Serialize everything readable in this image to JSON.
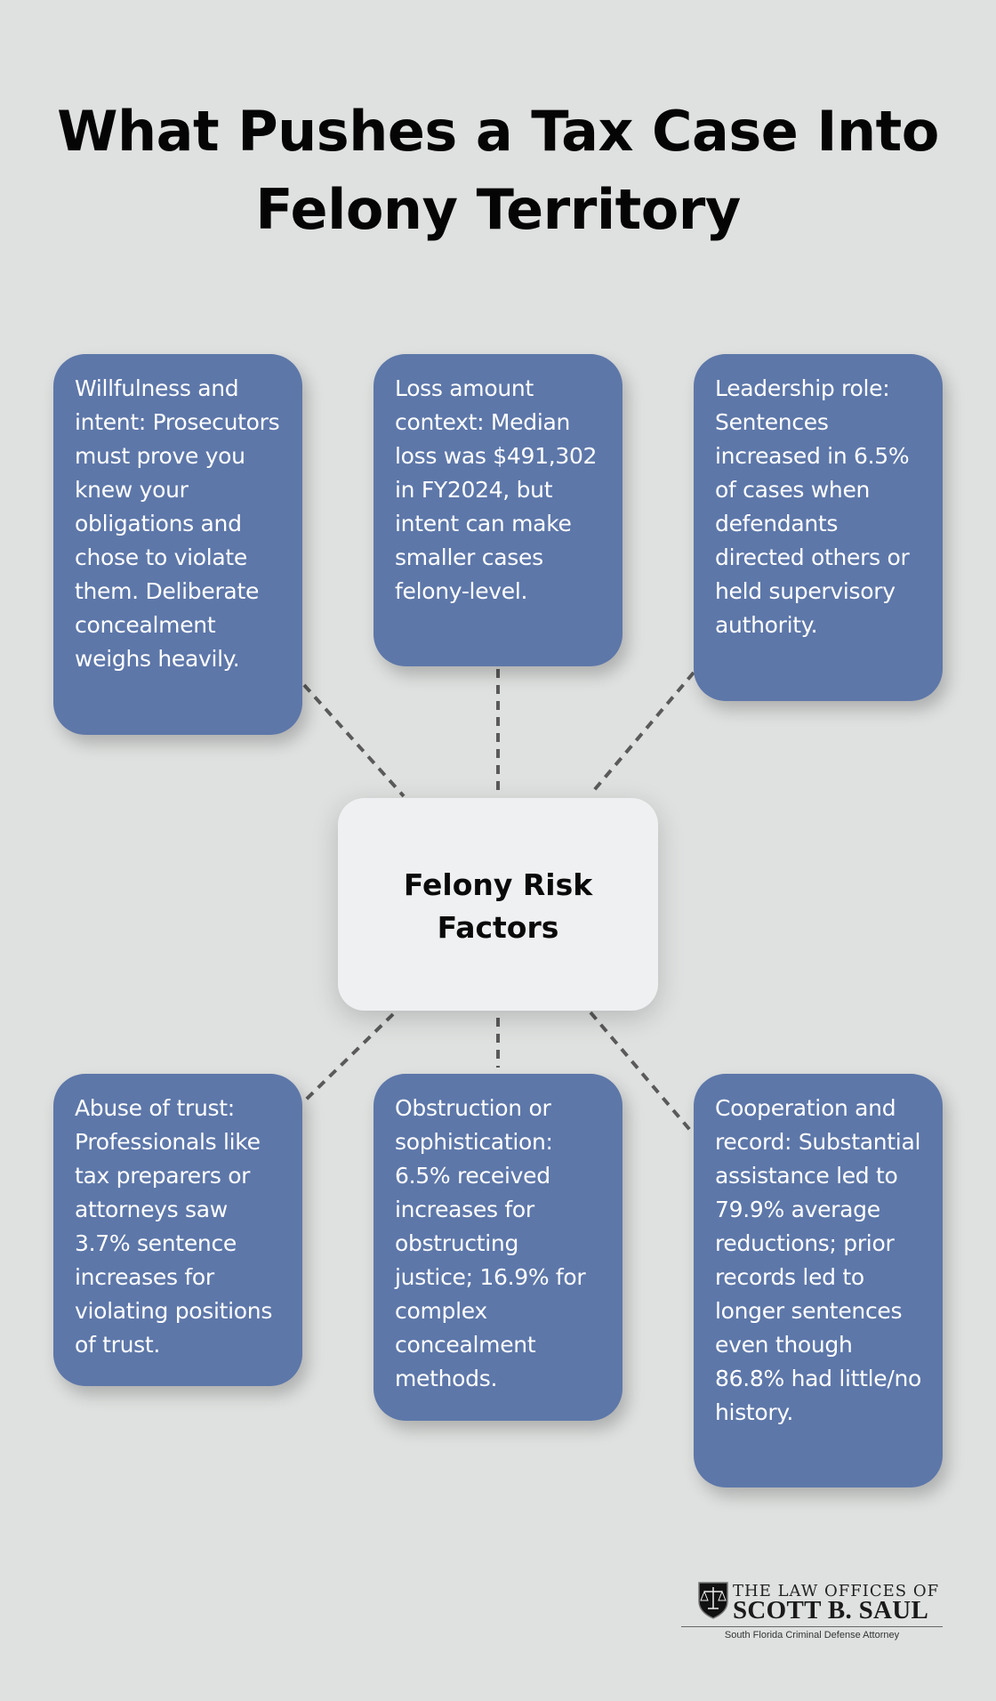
{
  "title": {
    "line1": "What Pushes a Tax Case Into",
    "line2": "Felony Territory"
  },
  "center": {
    "label": "Felony Risk Factors"
  },
  "factors": [
    {
      "position": "top-left",
      "text": "Willfulness and intent: Prosecutors must prove you knew your obligations and chose to violate them. Deliberate concealment weighs heavily."
    },
    {
      "position": "top-center",
      "text": "Loss amount context: Median loss was $491,302 in FY2024, but intent can make smaller cases felony-level."
    },
    {
      "position": "top-right",
      "text": "Leadership role: Sentences increased in 6.5% of cases when defendants directed others or held supervisory authority."
    },
    {
      "position": "bottom-left",
      "text": "Abuse of trust: Professionals like tax preparers or attorneys saw 3.7% sentence increases for violating positions of trust."
    },
    {
      "position": "bottom-center",
      "text": "Obstruction or sophistication: 6.5% received increases for obstructing justice; 16.9% for complex concealment methods."
    },
    {
      "position": "bottom-right",
      "text": "Cooperation and record: Substantial assistance led to 79.9% average reductions; prior records led to longer sentences even though 86.8% had little/no history."
    }
  ],
  "logo": {
    "line1": "THE LAW OFFICES OF",
    "line2": "SCOTT B. SAUL",
    "tagline": "South Florida Criminal Defense Attorney",
    "icon": "scales-of-justice-shield-icon"
  },
  "colors": {
    "background": "#dfe1e0",
    "factor_box": "#5d77a9",
    "center_box": "#eff0f2",
    "connector": "#5a5a5a"
  }
}
